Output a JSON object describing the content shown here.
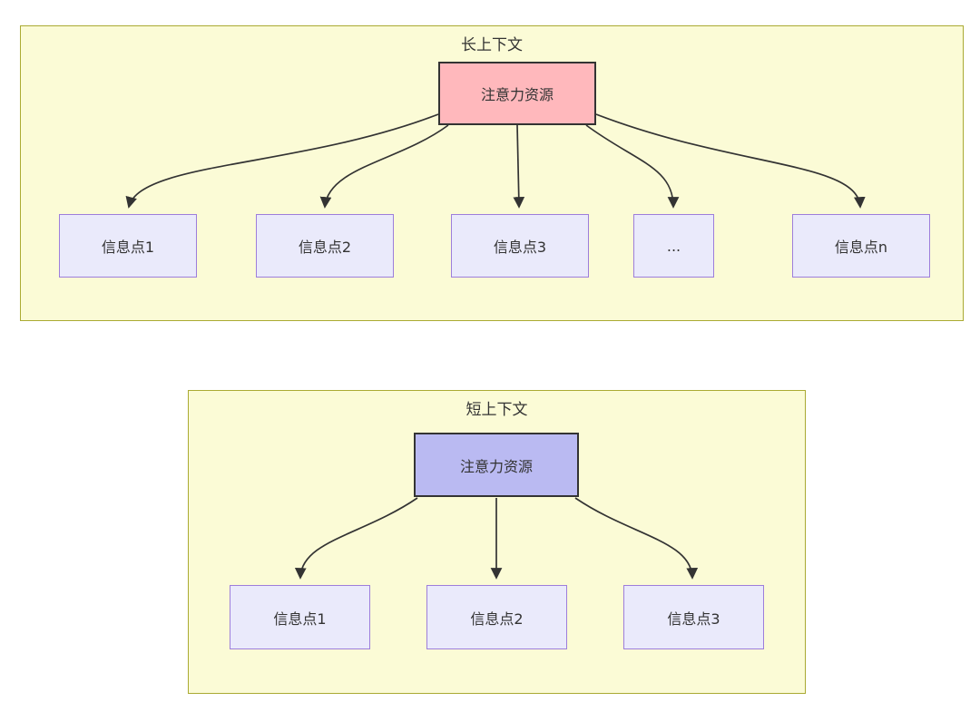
{
  "diagram": {
    "type": "flowchart-comparison",
    "long_context": {
      "title": "长上下文",
      "attention_node": "注意力资源",
      "info_points": [
        "信息点1",
        "信息点2",
        "信息点3",
        "...",
        "信息点n"
      ],
      "edges": [
        [
          "注意力资源",
          "信息点1"
        ],
        [
          "注意力资源",
          "信息点2"
        ],
        [
          "注意力资源",
          "信息点3"
        ],
        [
          "注意力资源",
          "..."
        ],
        [
          "注意力资源",
          "信息点n"
        ]
      ]
    },
    "short_context": {
      "title": "短上下文",
      "attention_node": "注意力资源",
      "info_points": [
        "信息点1",
        "信息点2",
        "信息点3"
      ],
      "edges": [
        [
          "注意力资源",
          "信息点1"
        ],
        [
          "注意力资源",
          "信息点2"
        ],
        [
          "注意力资源",
          "信息点3"
        ]
      ]
    },
    "colors": {
      "subgraph_fill": "#FBFBD6",
      "subgraph_border": "#AAAA33",
      "attention_long_fill": "#FFB8BC",
      "attention_short_fill": "#BABAF2",
      "info_fill": "#EAEAFB",
      "info_border": "#9D7EDB",
      "line_color": "#333333",
      "text_color": "#333333"
    }
  }
}
